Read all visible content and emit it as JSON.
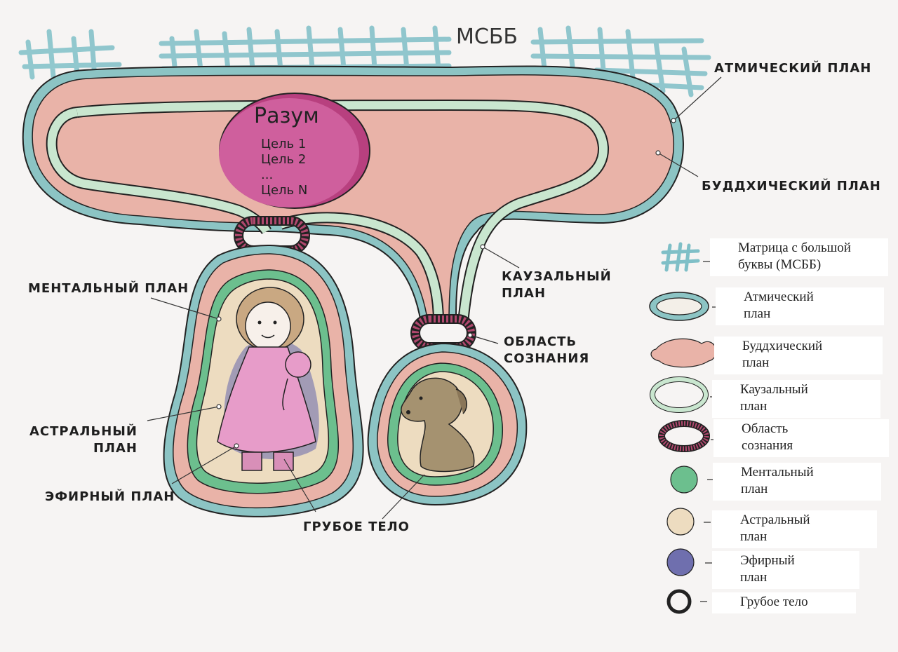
{
  "header": {
    "matrix_abbr": "МСББ"
  },
  "mind": {
    "title": "Разум",
    "goals": [
      "Цель 1",
      "Цель 2",
      "...",
      "Цель N"
    ]
  },
  "labels": {
    "atmic": "Атмический план",
    "buddhic": "Буддхический план",
    "causal": "Каузальный\nплан",
    "consciousness": "Область\nсознания",
    "mental": "Ментальный план",
    "astral": "Астральный\nплан",
    "etheric": "Эфирный план",
    "gross": "Грубое тело"
  },
  "legend": [
    {
      "icon": "matrix-hash-icon",
      "line1": "Матрица с большой",
      "line2": "буквы (МСББ)"
    },
    {
      "icon": "atmic-ring-icon",
      "line1": "Атмический",
      "line2": "план"
    },
    {
      "icon": "buddhic-blob-icon",
      "line1": "Буддхический",
      "line2": "план"
    },
    {
      "icon": "causal-ring-icon",
      "line1": "Каузальный",
      "line2": "план"
    },
    {
      "icon": "consciousness-ring-icon",
      "line1": "Область",
      "line2": "сознания"
    },
    {
      "icon": "mental-dot-icon",
      "line1": "Ментальный",
      "line2": "план"
    },
    {
      "icon": "astral-dot-icon",
      "line1": "Астральный",
      "line2": "план"
    },
    {
      "icon": "etheric-dot-icon",
      "line1": "Эфирный",
      "line2": "план"
    },
    {
      "icon": "gross-ring-icon",
      "line1": "Грубое тело",
      "line2": ""
    }
  ],
  "colors": {
    "atmic": "#8cc4c4",
    "buddhic": "#e9b3a8",
    "causal": "#c9e6cf",
    "causal_edge": "#7fbf98",
    "consciousness": "#b0486e",
    "mental": "#6cbf8e",
    "astral": "#eddcc0",
    "etheric": "#6f6fae",
    "mind": "#cf5f9d",
    "dress": "#e79cc9",
    "dog": "#a59270",
    "hair": "#c9a882"
  }
}
